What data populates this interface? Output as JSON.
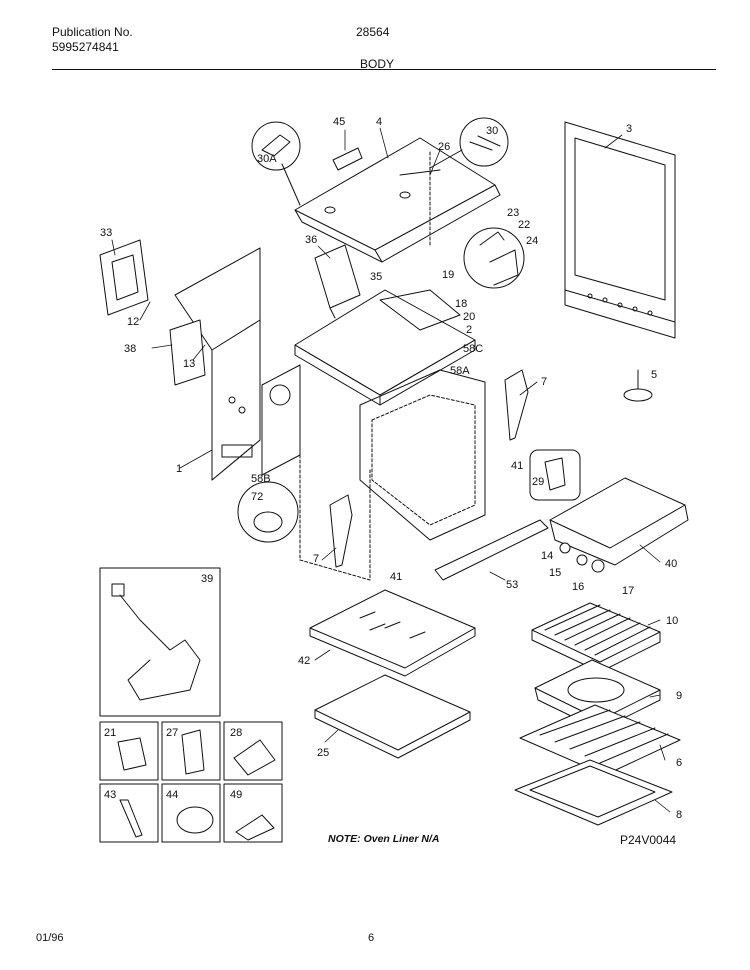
{
  "header": {
    "publication_label": "Publication No.",
    "publication_number": "5995274841",
    "model": "28564",
    "section": "BODY"
  },
  "diagram": {
    "callouts": [
      "45",
      "4",
      "30",
      "3",
      "30A",
      "26",
      "23",
      "22",
      "24",
      "33",
      "36",
      "19",
      "35",
      "18",
      "20",
      "12",
      "2",
      "58C",
      "38",
      "13",
      "58A",
      "7",
      "5",
      "1",
      "41",
      "29",
      "58B",
      "72",
      "40",
      "14",
      "15",
      "16",
      "17",
      "53",
      "7",
      "41",
      "39",
      "10",
      "42",
      "9",
      "21",
      "27",
      "28",
      "6",
      "25",
      "43",
      "44",
      "49",
      "8"
    ],
    "note": "NOTE: Oven Liner N/A",
    "code": "P24V0044"
  },
  "footer": {
    "date": "01/96",
    "page": "6"
  }
}
